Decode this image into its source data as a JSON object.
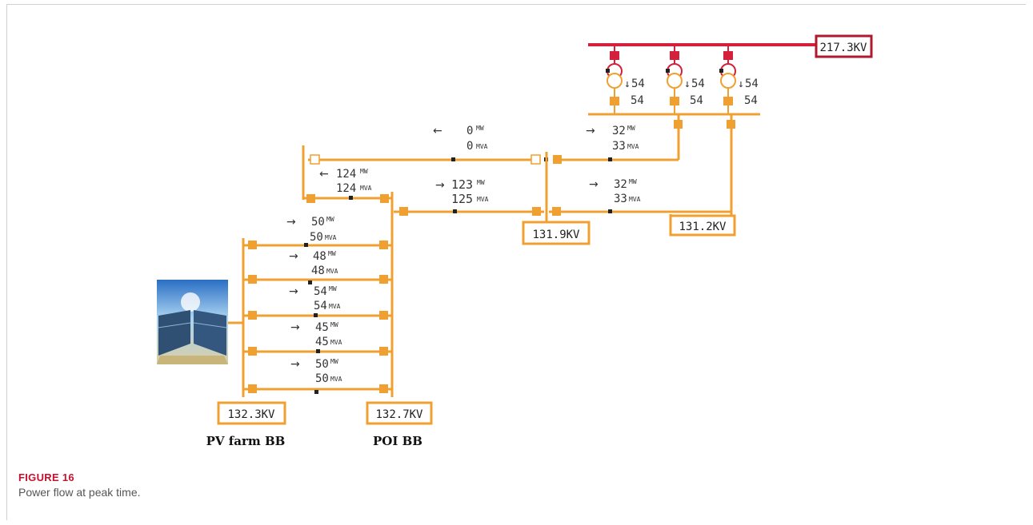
{
  "figure": {
    "label": "FIGURE 16",
    "caption": "Power flow at peak time."
  },
  "colors": {
    "bus": "#f0a030",
    "hv_bus": "#d4203a",
    "text": "#333333",
    "breaker": "#222222"
  },
  "buses": {
    "hv": "217.3KV",
    "b1": "131.9KV",
    "b2": "131.2KV",
    "pv": "132.3KV",
    "poi": "132.7KV"
  },
  "bus_names": {
    "pv": "PV farm BB",
    "poi": "POI BB"
  },
  "transformers": [
    {
      "top": "54",
      "bottom": "54"
    },
    {
      "top": "54",
      "bottom": "54"
    },
    {
      "top": "54",
      "bottom": "54"
    }
  ],
  "arrows": {
    "left": "←",
    "right": "→",
    "down": "↓"
  },
  "flows": {
    "top_line": {
      "mw": "0",
      "mva": "0"
    },
    "mid_line": {
      "mw": "124",
      "mva": "124"
    },
    "poi_link": {
      "mw": "123",
      "mva": "125"
    },
    "tr_upper": {
      "mw": "32",
      "mva": "33"
    },
    "tr_lower": {
      "mw": "32",
      "mva": "33"
    },
    "pv_feeders": [
      {
        "mw": "50",
        "mva": "50"
      },
      {
        "mw": "48",
        "mva": "48"
      },
      {
        "mw": "54",
        "mva": "54"
      },
      {
        "mw": "45",
        "mva": "45"
      },
      {
        "mw": "50",
        "mva": "50"
      }
    ]
  },
  "units": {
    "mw": "MW",
    "mva": "MVA"
  }
}
